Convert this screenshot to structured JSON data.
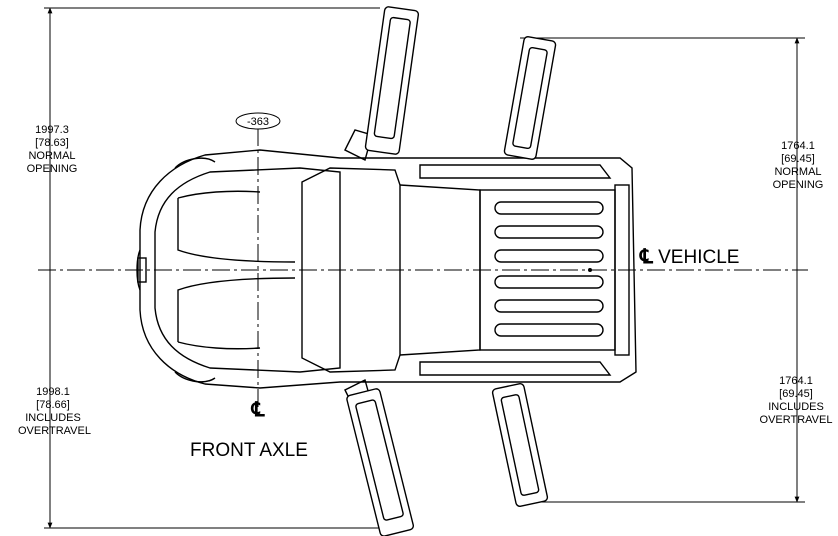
{
  "dimensions": {
    "left_upper": {
      "value": "1997.3",
      "inch": "[78.63]",
      "line1": "NORMAL",
      "line2": "OPENING"
    },
    "left_lower": {
      "value": "1998.1",
      "inch": "[78.66]",
      "line1": "INCLUDES",
      "line2": "OVERTRAVEL"
    },
    "right_upper": {
      "value": "1764.1",
      "inch": "[69.45]",
      "line1": "NORMAL",
      "line2": "OPENING"
    },
    "right_lower": {
      "value": "1764.1",
      "inch": "[69.45]",
      "line1": "INCLUDES",
      "line2": "OVERTRAVEL"
    }
  },
  "centerlines": {
    "vehicle_label": "VEHICLE",
    "front_axle_label": "FRONT AXLE",
    "centerline_symbol": "℄"
  },
  "callout": {
    "value": "-363"
  },
  "colors": {
    "line": "#000000",
    "background": "#ffffff"
  }
}
